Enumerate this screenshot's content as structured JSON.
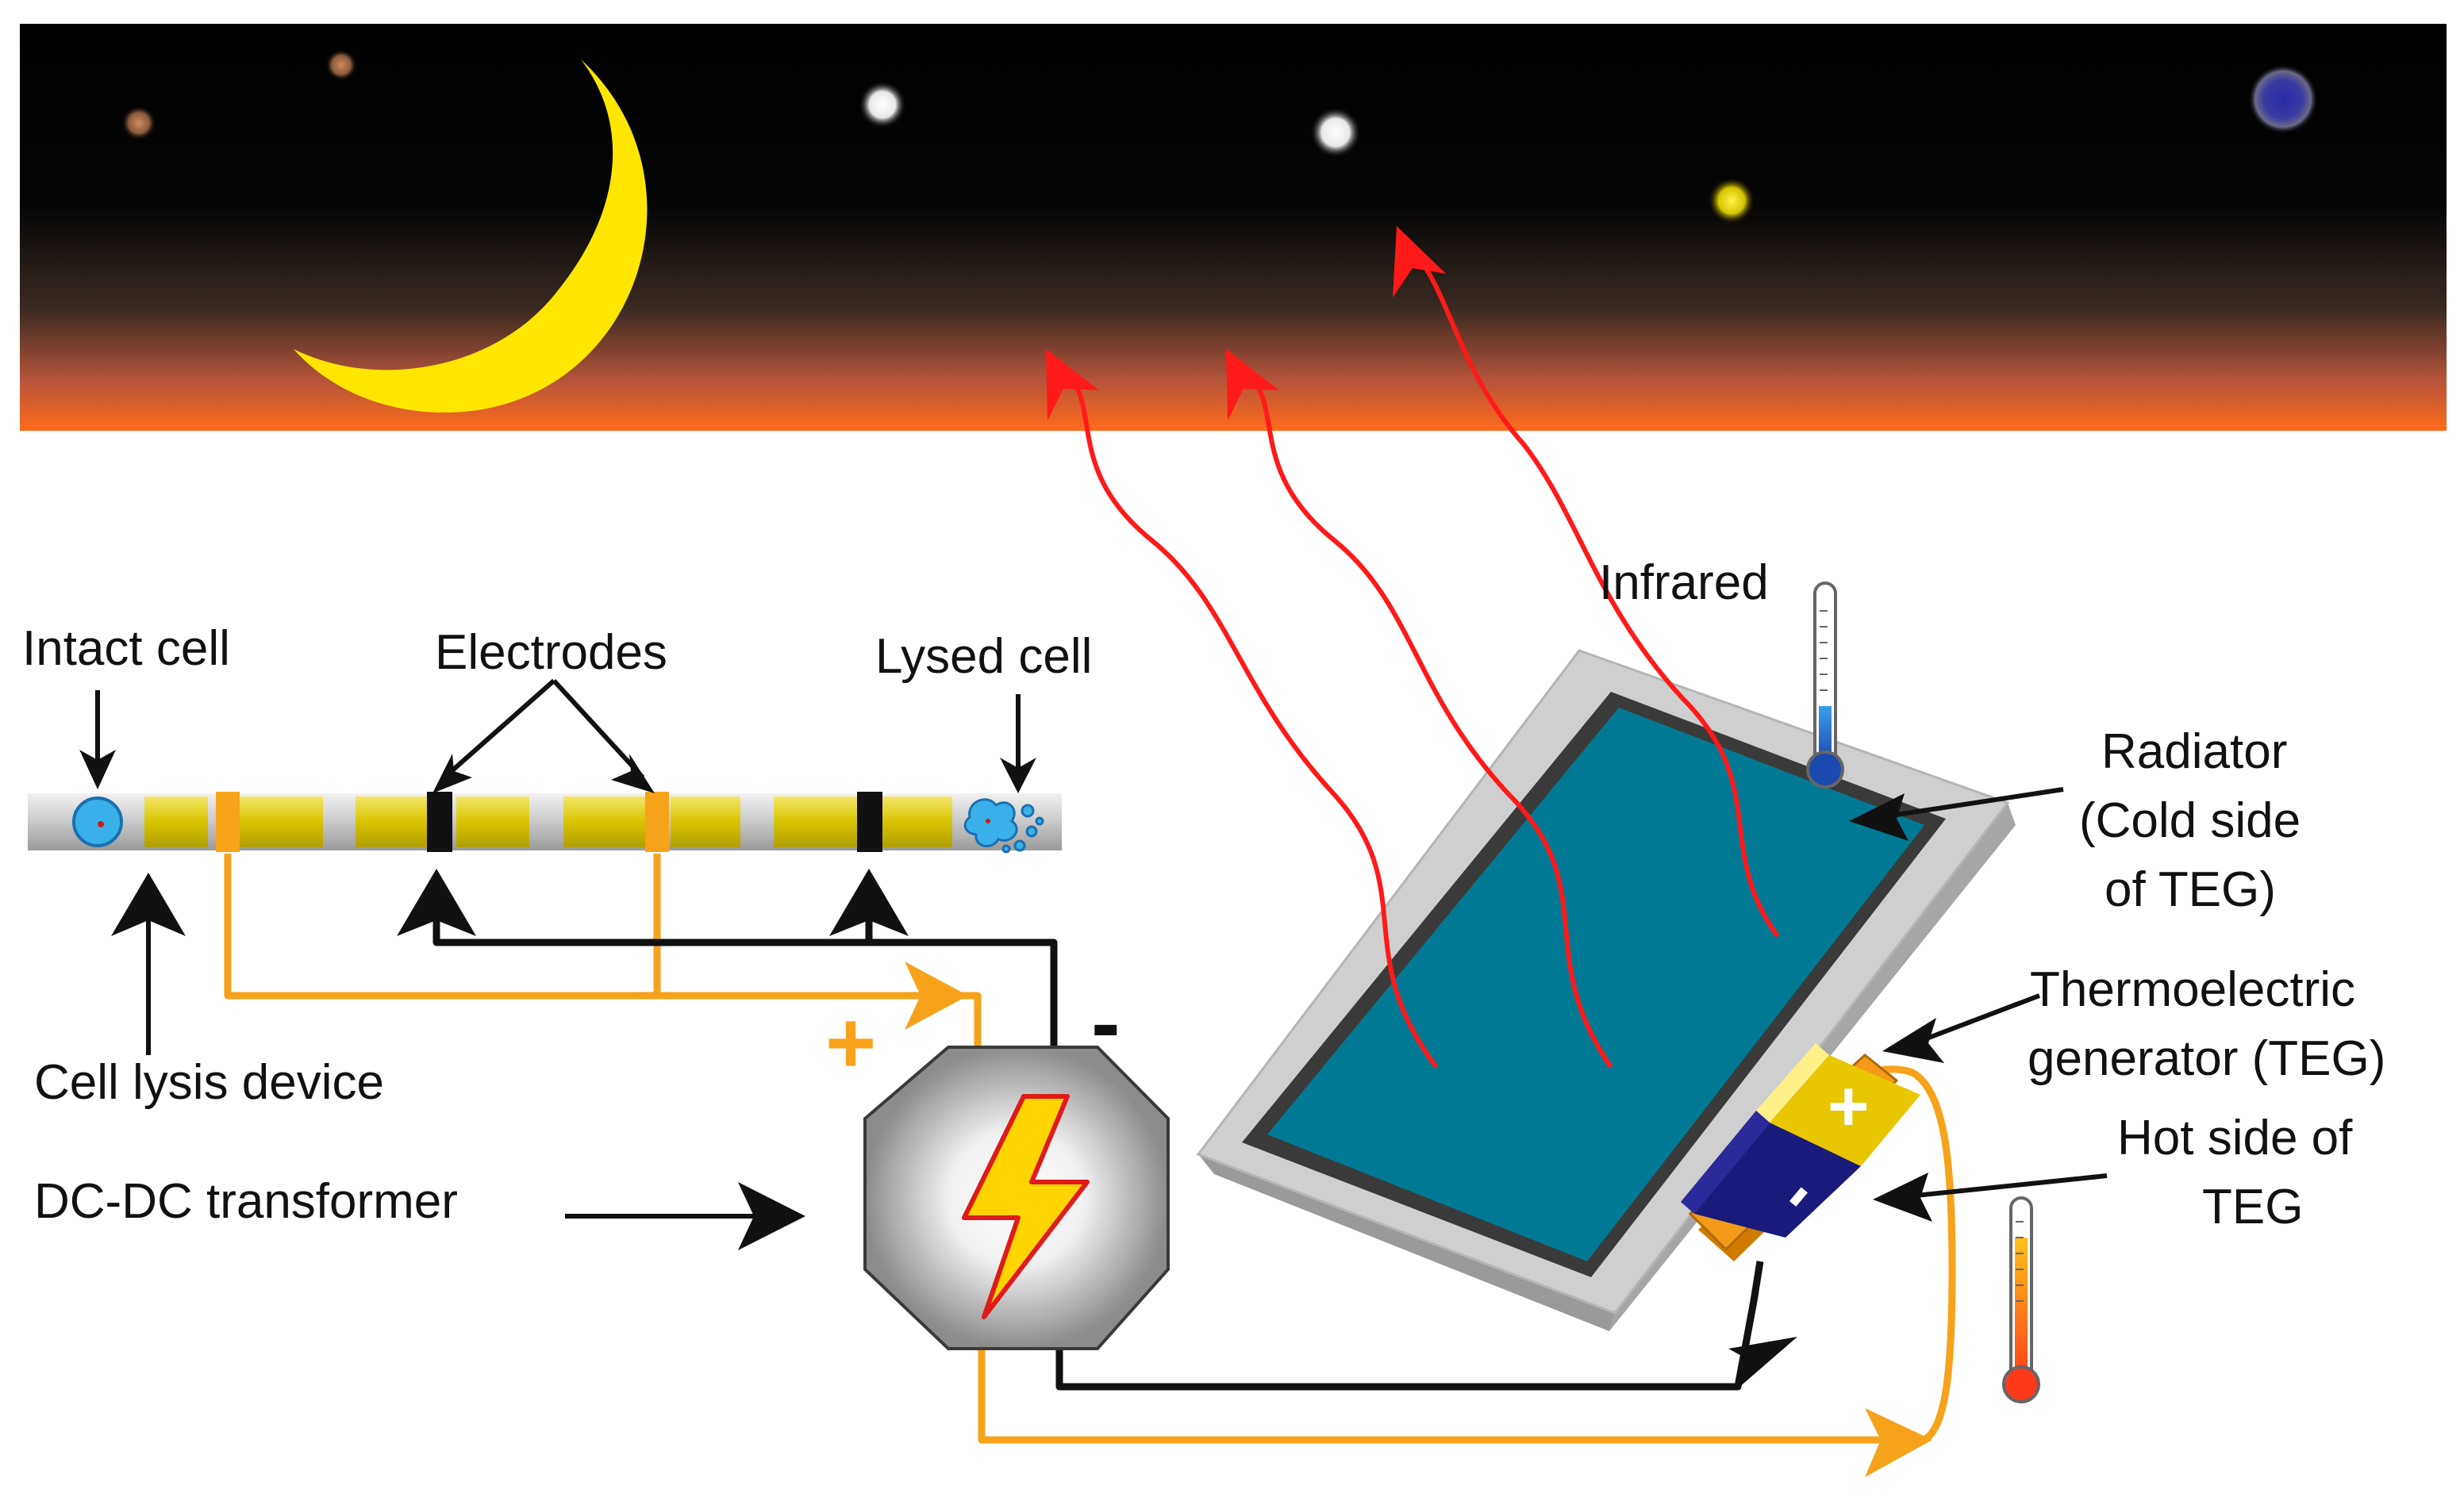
{
  "labels": {
    "intact_cell": "Intact cell",
    "electrodes": "Electrodes",
    "lysed_cell": "Lysed cell",
    "cell_lysis_device": "Cell lysis device",
    "dc_dc_transformer": "DC-DC transformer",
    "infrared": "Infrared",
    "radiator_line1": "Radiator",
    "radiator_line2": "(Cold side",
    "radiator_line3": "of TEG)",
    "teg_line1": "Thermoelectric",
    "teg_line2": "generator (TEG)",
    "hot_side_line1": "Hot side of",
    "hot_side_line2": "TEG",
    "plus_sign": "+",
    "minus_sign": "-",
    "teg_plus": "+",
    "teg_minus": "-"
  },
  "colors": {
    "sky_top": "#000000",
    "sky_horizon": "#ff6a1a",
    "moon": "#ffe600",
    "positive_wire": "#f7a21b",
    "negative_wire": "#111111",
    "infrared_arrow": "#ff1a1a",
    "radiator_panel": "#007a94",
    "radiator_frame": "#c8c8c8",
    "teg_positive": "#e8c600",
    "teg_negative": "#1a1a7a",
    "electrode_gold": "#d9c400",
    "transformer_body": "#8a8a8a",
    "bolt": "#ffd400"
  },
  "icons": {
    "transformer": "lightning-bolt-icon",
    "cold_thermometer": "thermometer-cold-icon",
    "hot_thermometer": "thermometer-hot-icon",
    "moon": "crescent-moon-icon"
  }
}
